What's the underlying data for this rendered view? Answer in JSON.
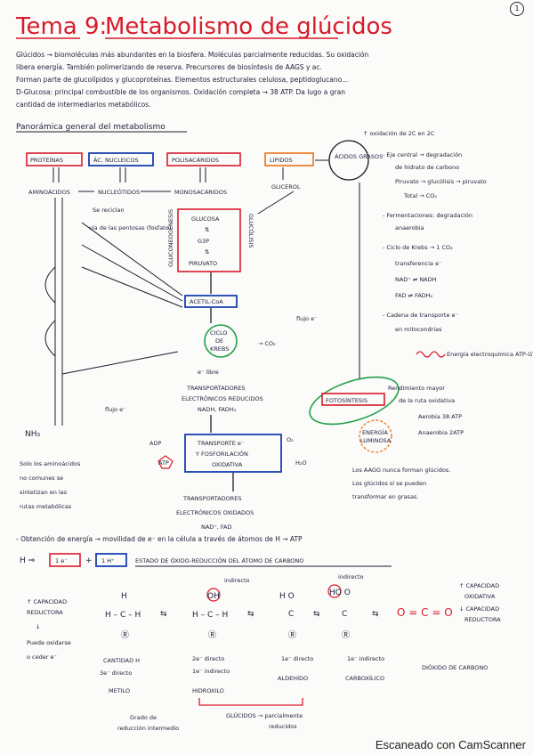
{
  "page_number": "1",
  "title": {
    "prefix": "Tema 9:",
    "text": "Metabolismo de glúcidos"
  },
  "intro_lines": [
    "Glúcidos → biomoléculas más abundantes en la biosfera. Moléculas parcialmente reducidas. Su oxidación",
    "libera energía. También polimerizando de reserva. Precursores de biosíntesis de AAGS y ac.",
    "Forman parte de glucolípidos y glucoproteínas. Elementos estructurales celulosa, peptidoglucano...",
    "D-Glucosa: principal combustible de los organismos. Oxidación completa → 38 ATP. Da lugo a gran",
    "cantidad de intermediarios metabólicos."
  ],
  "panorama_heading": "Panorámica general del metabolismo",
  "diagram": {
    "top_boxes": [
      "PROTEÍNAS",
      "ÁC. NUCLEICOS",
      "POLISACÁRIDOS",
      "LÍPIDOS"
    ],
    "row2": [
      "AMINOÁCIDOS",
      "NUCLEÓTIDOS",
      "MONOSACÁRIDOS",
      "GLICEROL"
    ],
    "acidos_grasos": "ÁCIDOS GRASOS",
    "se_reciclan": "Se reciclan",
    "via_pentosas": "vía de las pentosas (fosfato)",
    "gluconeogenesis": "GLUCONEOGÉNESIS",
    "glucolisis": "GLUCÓLISIS",
    "central_box": [
      "GLUCOSA",
      "⇅",
      "G3P",
      "⇅",
      "PIRUVATO"
    ],
    "acetil_coa": "ACETIL-CoA",
    "flujo_e_1": "flujo e⁻",
    "krebs": [
      "CICLO",
      "DE",
      "KREBS"
    ],
    "co2": "→ CO₂",
    "e_label": "e⁻ libre",
    "transportadores": [
      "TRANSPORTADORES",
      "ELECTRÓNICOS REDUCIDOS",
      "NADH, FADH₂"
    ],
    "flujo_e_2": "flujo e⁻",
    "nh3": "NH₃",
    "adp": "ADP",
    "atp": "ATP",
    "cadena_box": [
      "TRANSPORTE e⁻",
      "Y FOSFORILACIÓN",
      "OXIDATIVA"
    ],
    "o2": "O₂",
    "h2o": "H₂O",
    "oxidized": [
      "TRANSPORTADORES",
      "ELECTRÓNICOS OXIDADOS",
      "NAD⁺, FAD"
    ],
    "fotosintesis": "FOTOSÍNTESIS",
    "energia_luminosa": [
      "ENERGÍA",
      "LUMINOSA"
    ],
    "aminoacidos_note": [
      "Solo los aminoácidos",
      "no comunes se",
      "sintetizan en las",
      "rutas metabólicas"
    ],
    "aags_note": [
      "Los AAGG nunca forman glúcidos.",
      "Los glúcidos sí se pueden",
      "transformar en grasas."
    ]
  },
  "right_notes": [
    "↑ oxidación de 2C en 2C",
    "- Eje central → degradación",
    "de hidrato de carbono",
    "Piruvato → glucólisis → piruvato",
    "Total → CO₂",
    "- Fermentaciones: degradación",
    "anaerobia",
    "- Ciclo de Krebs → 1 CO₂",
    "transferencia e⁻",
    "NAD⁺ ⇌ NADH",
    "FAD ⇌ FADH₂",
    "- Cadena de transporte e⁻",
    "en mitocondrias",
    "Energía electroquímica ATP-GTP",
    "Rendimiento mayor",
    "de la ruta oxidativa",
    "Aerobia 38 ATP",
    "Anaerobia 2ATP"
  ],
  "bottom": {
    "line1": "- Obtención de energía → movilidad de e⁻ en la célula a través de átomos de H → ATP",
    "h_label": "H ⇒",
    "e_box": "1 e⁻",
    "plus": "+",
    "h_box": "1 H⁺",
    "estado": "ESTADO DE ÓXIDO-REDUCCIÓN DEL ÁTOMO DE CARBONO",
    "left_notes": [
      "↑ CAPACIDAD",
      "REDUCTORA",
      "↓",
      "Puede oxidarse",
      "o ceder e⁻"
    ],
    "right_notes": [
      "↑ CAPACIDAD",
      "OXIDATIVA",
      "↓ CAPACIDAD",
      "REDUCTORA"
    ],
    "co2_formula": "O = C = O",
    "indirecto_1": "indirecto",
    "indirecto_2": "indirecto",
    "labels_under": [
      [
        "CANTIDAD H",
        "3e⁻ directo"
      ],
      [
        "2e⁻ directo",
        "1e⁻ indirecto"
      ],
      [
        "1e⁻ directo"
      ],
      [
        "1e⁻ indirecto"
      ]
    ],
    "names": [
      "METILO",
      "HIDROXILO",
      "ALDEHÍDO",
      "CARBOXÍLICO",
      "DIÓXIDO DE CARBONO"
    ],
    "grado": [
      "Grado de",
      "reducción intermedio"
    ],
    "glucidos_note": [
      "GLÚCIDOS → parcialmente",
      "reducidos"
    ]
  },
  "footer": "Escaneado con CamScanner"
}
